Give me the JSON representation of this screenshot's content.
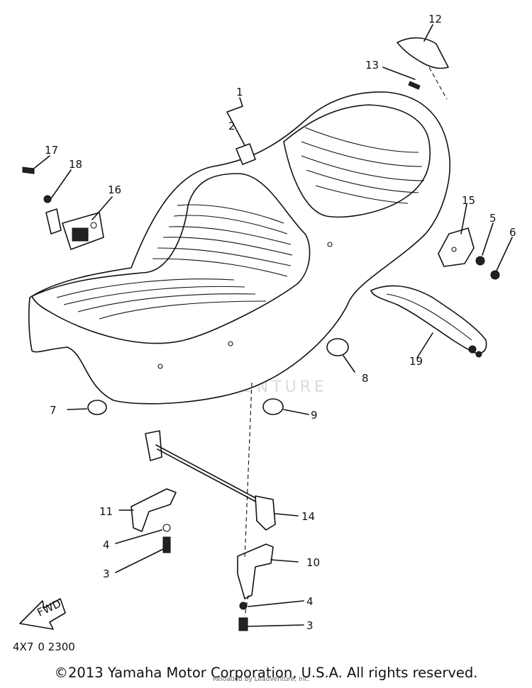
{
  "callouts": {
    "c1": "1",
    "c2": "2",
    "c3a": "3",
    "c3b": "3",
    "c4a": "4",
    "c4b": "4",
    "c5": "5",
    "c6": "6",
    "c7": "7",
    "c8": "8",
    "c9": "9",
    "c10": "10",
    "c11": "11",
    "c12": "12",
    "c13": "13",
    "c14": "14",
    "c15": "15",
    "c16": "16",
    "c17": "17",
    "c18": "18",
    "c19": "19"
  },
  "fwd_label": "FWD",
  "diagram_code": "4X7  0 2300",
  "watermark": "LEADVENTURE",
  "copyright": "©2013 Yamaha Motor Corporation, U.S.A. All rights reserved.",
  "small_note": "Reloaded by LeadVenture, Inc."
}
